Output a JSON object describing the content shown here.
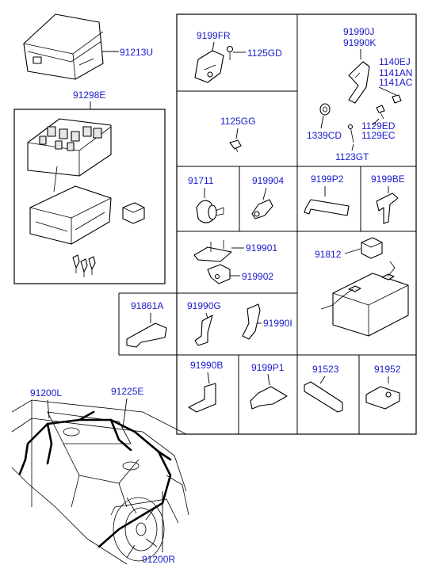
{
  "labels": {
    "p91213U": "91213U",
    "p91298E": "91298E",
    "p9199FR": "9199FR",
    "p1125GD": "1125GD",
    "p91990J": "91990J",
    "p91990K": "91990K",
    "p1140EJ": "1140EJ",
    "p1141AN": "1141AN",
    "p1141AC": "1141AC",
    "p1125GG": "1125GG",
    "p1339CD": "1339CD",
    "p1129ED": "1129ED",
    "p1129EC": "1129EC",
    "p1123GT": "1123GT",
    "p91711": "91711",
    "p919904": "919904",
    "p9199P2": "9199P2",
    "p9199BE": "9199BE",
    "p919901": "919901",
    "p919902": "919902",
    "p91812": "91812",
    "p91861A": "91861A",
    "p91990G": "91990G",
    "p91990I": "91990I",
    "p91990B": "91990B",
    "p9199P1": "9199P1",
    "p91523": "91523",
    "p91952": "91952",
    "p91200L": "91200L",
    "p91225E": "91225E",
    "p91200R": "91200R"
  },
  "colors": {
    "label": "#1a1acc",
    "line": "#000000",
    "background": "#ffffff"
  }
}
